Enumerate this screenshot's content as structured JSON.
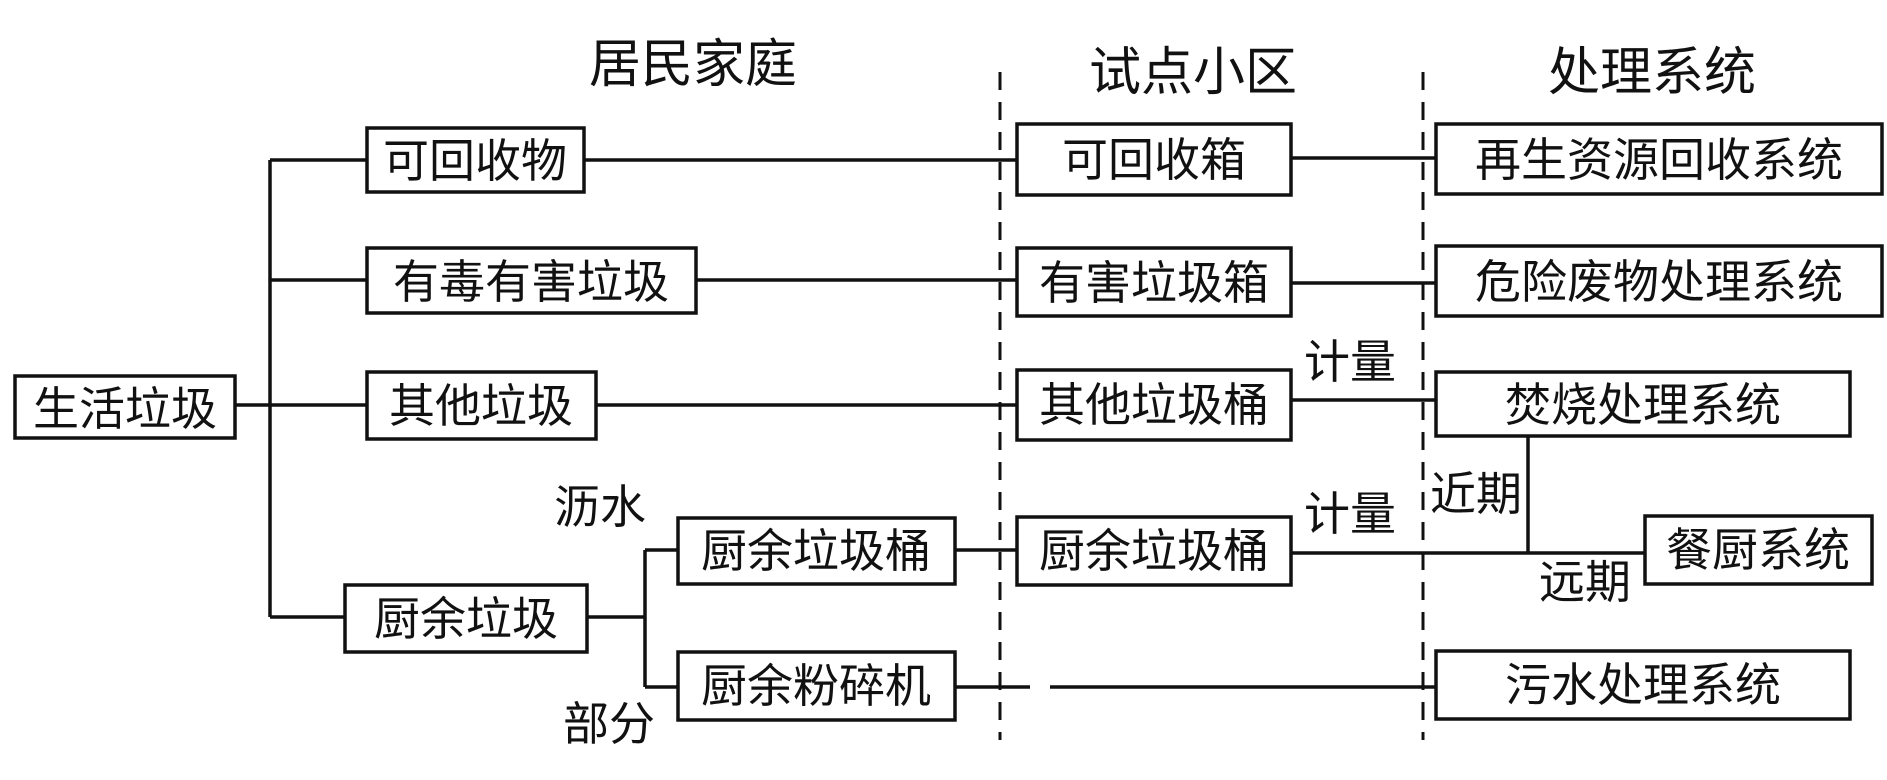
{
  "headers": {
    "household": "居民家庭",
    "community": "试点小区",
    "system": "处理系统"
  },
  "root": "生活垃圾",
  "household": {
    "recyclable": "可回收物",
    "hazardous": "有毒有害垃圾",
    "other": "其他垃圾",
    "kitchen": "厨余垃圾"
  },
  "kitchen_sub": {
    "bin": "厨余垃圾桶",
    "grinder": "厨余粉碎机"
  },
  "community": {
    "recyclable_box": "可回收箱",
    "hazardous_box": "有害垃圾箱",
    "other_bin": "其他垃圾桶",
    "kitchen_bin": "厨余垃圾桶"
  },
  "system": {
    "recycling": "再生资源回收系统",
    "hazardous": "危险废物处理系统",
    "incineration": "焚烧处理系统",
    "kitchen": "餐厨系统",
    "sewage": "污水处理系统"
  },
  "labels": {
    "drain": "沥水",
    "part": "部分",
    "metering_1": "计量",
    "metering_2": "计量",
    "near_term": "近期",
    "long_term": "远期"
  }
}
